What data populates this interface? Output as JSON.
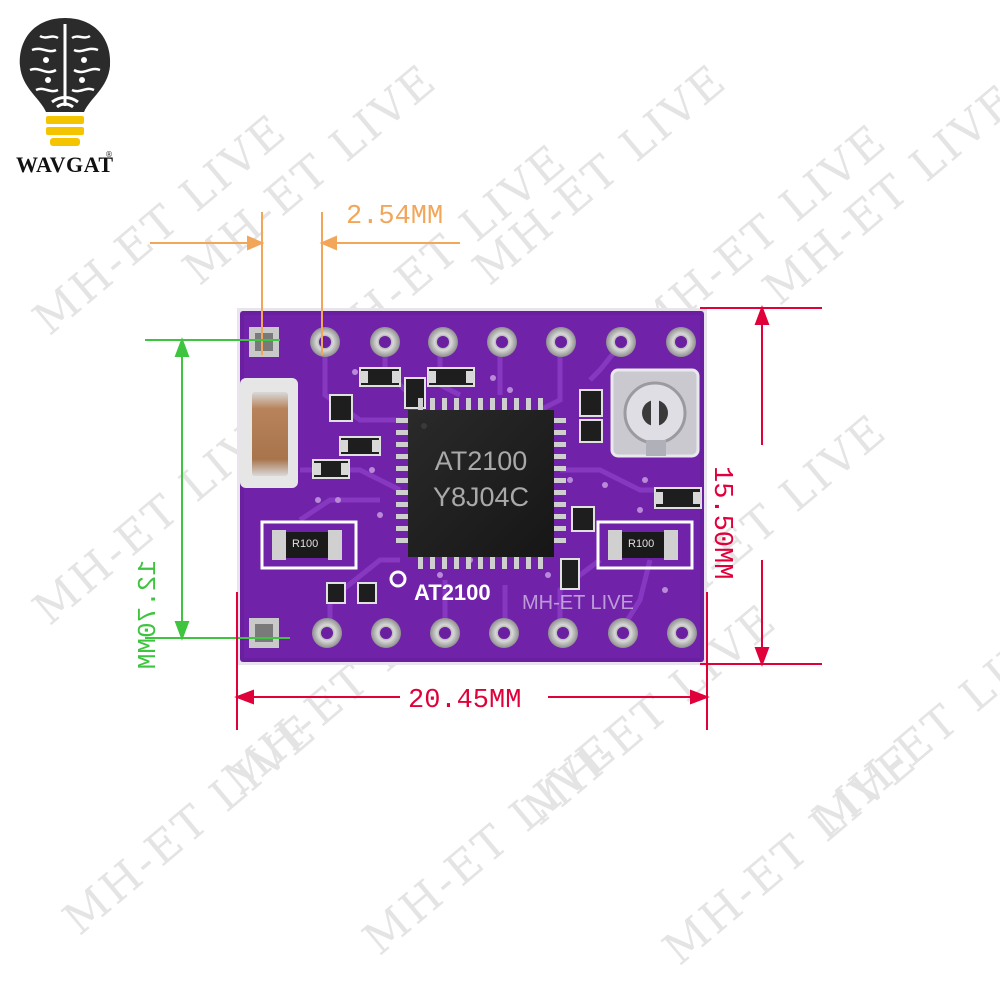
{
  "brand": {
    "name": "WAVGAT",
    "mark": "®",
    "bulb_color": "#f5c400",
    "brain_color": "#2b2b2b"
  },
  "watermark_text": "MH-ET LIVE",
  "board": {
    "pcb_color": "#6a1fa0",
    "ic_marking_line1": "AT2100",
    "ic_marking_line2": "Y8J04C",
    "silk_label": "AT2100",
    "silk_watermark": "MH-ET LIVE",
    "resistor_left": "R100",
    "resistor_right": "R100"
  },
  "dimensions": {
    "pin_pitch": "2.54MM",
    "row_spacing": "12.70MM",
    "width": "20.45MM",
    "height": "15.50MM",
    "pitch_color": "#f2a65a",
    "row_color": "#3ec43e",
    "outline_color": "#e0003a"
  }
}
